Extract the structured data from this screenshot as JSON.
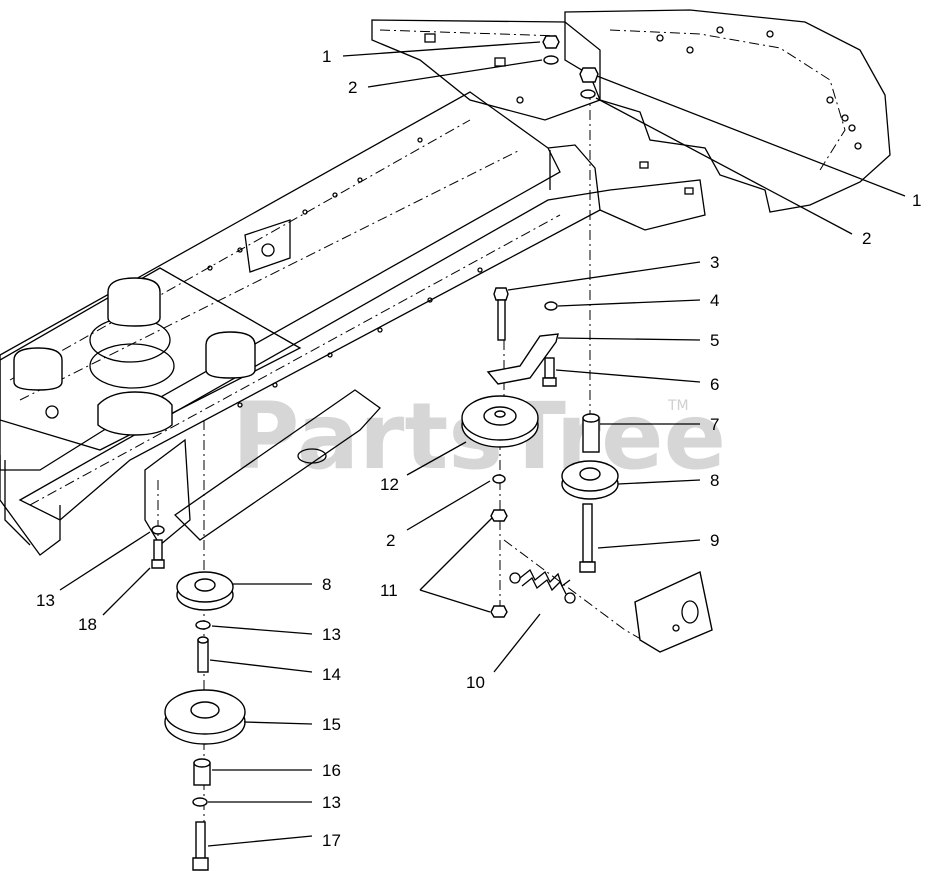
{
  "watermark": {
    "text": "PartsTree",
    "trademark": "TM"
  },
  "callouts": [
    "1",
    "2",
    "1",
    "2",
    "3",
    "4",
    "5",
    "6",
    "7",
    "8",
    "9",
    "12",
    "2",
    "11",
    "10",
    "13",
    "18",
    "8",
    "13",
    "14",
    "15",
    "16",
    "13",
    "17"
  ],
  "icons": [
    "frame-assembly",
    "idler-pulley",
    "idler-arm",
    "spacer",
    "bolt",
    "washer",
    "nut",
    "extension-spring",
    "spring-bracket"
  ]
}
